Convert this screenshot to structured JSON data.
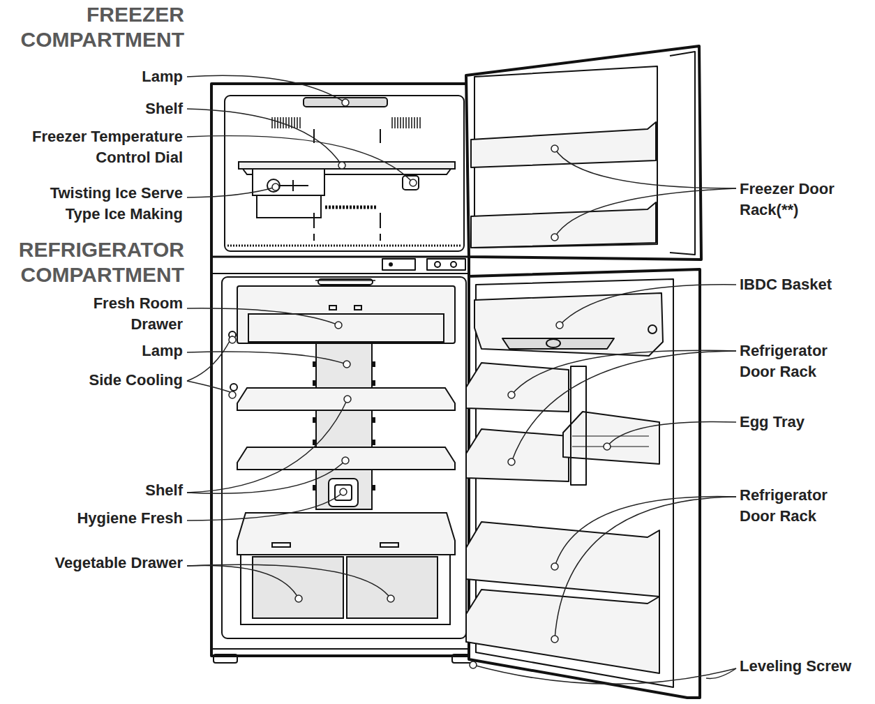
{
  "diagram": {
    "labels": [
      "FREEZER COMPARTMENT",
      "Lamp",
      "Shelf",
      "Freezer Temperature Control Dial",
      "Twisting Ice Serve Type Ice Making",
      "REFRIGERATOR COMPARTMENT",
      "Fresh Room Drawer",
      "Lamp",
      "Side Cooling",
      "Shelf",
      "Hygiene Fresh",
      "Vegetable Drawer",
      "Freezer Door Rack(**)",
      "IBDC Basket",
      "Refrigerator Door Rack",
      "Egg Tray",
      "Refrigerator Door Rack",
      "Leveling Screw"
    ]
  }
}
